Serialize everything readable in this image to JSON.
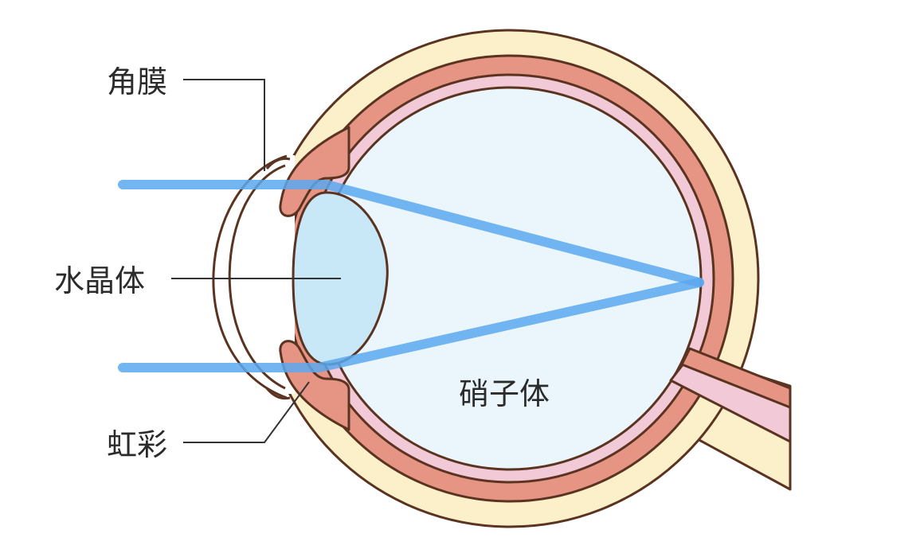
{
  "labels": {
    "cornea": "角膜",
    "lens": "水晶体",
    "iris": "虹彩",
    "vitreous": "硝子体"
  },
  "colors": {
    "sclera": "#fbf0c9",
    "choroid": "#e69484",
    "retina": "#f2c9d6",
    "vitreous": "#eaf6fc",
    "lens": "#c8e8f8",
    "light_ray": "#5aa8ee",
    "outline": "#5a3420"
  }
}
